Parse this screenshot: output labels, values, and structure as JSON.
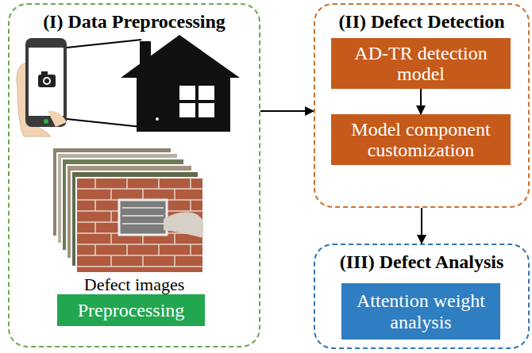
{
  "diagram": {
    "nodes": [
      {
        "text": [
          "(I) Data Preprocessing"
        ]
      },
      {
        "text": [
          "Preprocessing"
        ],
        "in": 0
      },
      {
        "text": [
          "(II) Defect Detection"
        ]
      },
      {
        "text": [
          "AD-TR detection model"
        ],
        "in": 2
      },
      {
        "text": [
          "Model component customization"
        ],
        "in": 2
      },
      {
        "text": [
          "(III) Defect Analysis"
        ]
      },
      {
        "text": [
          "Attention weight analysis"
        ],
        "in": 5
      }
    ],
    "edges": [
      {
        "from": 0,
        "to": 2,
        "arrow": "to"
      },
      {
        "from": 3,
        "to": 4,
        "arrow": "to"
      },
      {
        "from": 2,
        "to": 5,
        "arrow": "to"
      }
    ],
    "labels": [
      "Defect images"
    ]
  }
}
